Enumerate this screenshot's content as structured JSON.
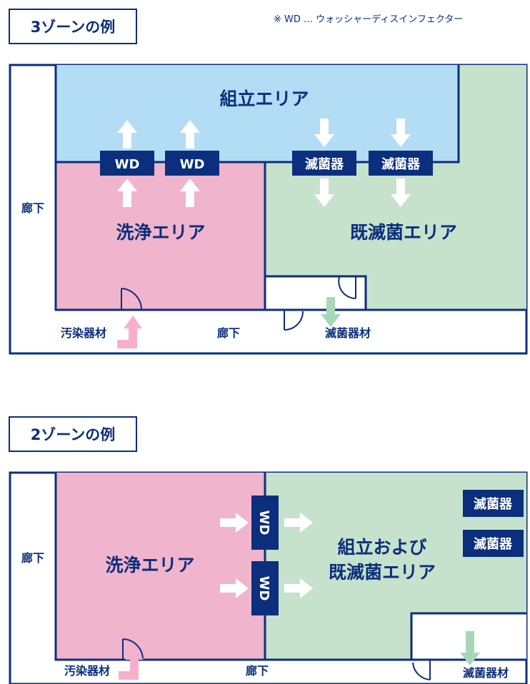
{
  "note": "※ WD … ウォッシャーディスインフェクター",
  "diagram1": {
    "title": "3ゾーンの例",
    "corridor_left": "廊下",
    "corridor_bottom": "廊下",
    "assembly": "組立エリア",
    "wash": "洗浄エリア",
    "sterile": "既滅菌エリア",
    "wd1": "WD",
    "wd2": "WD",
    "ster1": "滅菌器",
    "ster2": "滅菌器",
    "contaminated": "汚染器材",
    "sterilized": "滅菌器材"
  },
  "diagram2": {
    "title": "2ゾーンの例",
    "corridor_left": "廊下",
    "corridor_bottom": "廊下",
    "wash": "洗浄エリア",
    "assembly_line1": "組立および",
    "assembly_line2": "既滅菌エリア",
    "wd1": "WD",
    "wd2": "WD",
    "ster1": "滅菌器",
    "ster2": "滅菌器",
    "contaminated": "汚染器材",
    "sterilized": "滅菌器材"
  },
  "colors": {
    "navy": "#0b2f7c",
    "assembly_blue": "#b3dcf5",
    "wash_pink": "#f0b4cc",
    "sterile_green": "#c6e2cc",
    "arrow_pink": "#f6b0cc",
    "arrow_green": "#a6d8b8"
  }
}
